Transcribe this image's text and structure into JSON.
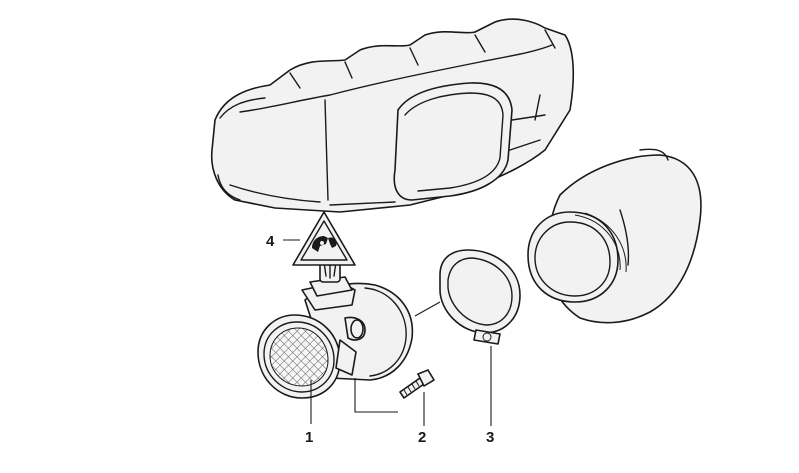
{
  "diagram": {
    "callouts": [
      {
        "id": "part-1",
        "label": "1",
        "part": "air-mass-meter"
      },
      {
        "id": "part-2",
        "label": "2",
        "part": "screw"
      },
      {
        "id": "part-3",
        "label": "3",
        "part": "hose-clamp"
      },
      {
        "id": "part-4",
        "label": "4",
        "part": "warning-label"
      }
    ],
    "warning_icon": "hand-connector-warning-icon"
  }
}
